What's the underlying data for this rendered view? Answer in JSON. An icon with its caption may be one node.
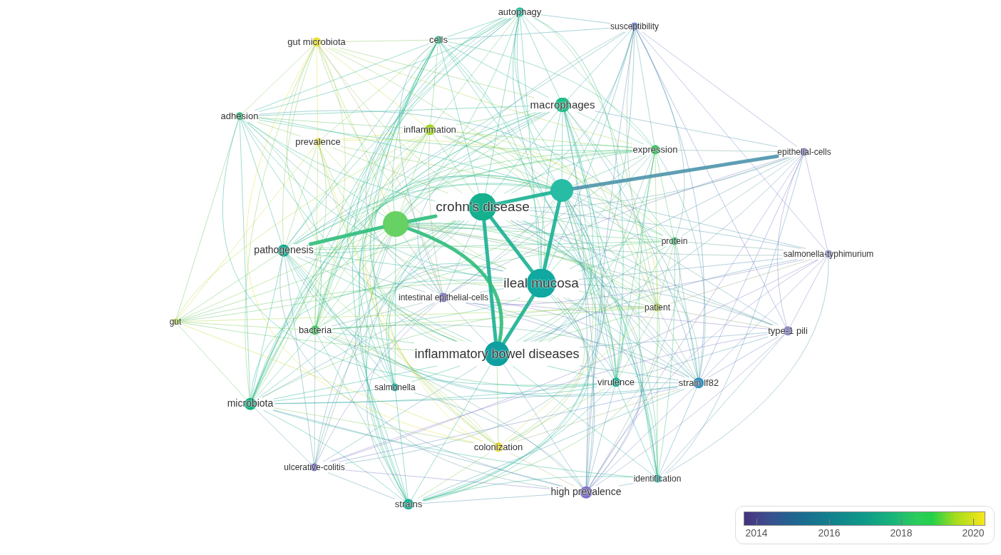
{
  "diagram": {
    "nodes": [
      {
        "text": [
          "autophagy"
        ]
      },
      {
        "text": [
          "susceptibility"
        ]
      },
      {
        "text": [
          "gut microbiota"
        ]
      },
      {
        "text": [
          "cells"
        ]
      },
      {
        "text": [
          "macrophages"
        ]
      },
      {
        "text": [
          "adhesion"
        ]
      },
      {
        "text": [
          "inflammation"
        ]
      },
      {
        "text": [
          "prevalence"
        ]
      },
      {
        "text": [
          "expression"
        ]
      },
      {
        "text": [
          "epithelial-cells"
        ]
      },
      {
        "text": [],
        "shape": "circle"
      },
      {
        "text": [
          "crohn's disease"
        ]
      },
      {
        "text": [],
        "shape": "circle"
      },
      {
        "text": [
          "pathogenesis"
        ]
      },
      {
        "text": [
          "protein"
        ]
      },
      {
        "text": [
          "salmonella-typhimurium"
        ]
      },
      {
        "text": [
          "ileal mucosa"
        ]
      },
      {
        "text": [
          "intestinal epithelial-cells"
        ]
      },
      {
        "text": [
          "patient"
        ]
      },
      {
        "text": [
          "gut"
        ]
      },
      {
        "text": [
          "bacteria"
        ]
      },
      {
        "text": [
          "type-1 pili"
        ]
      },
      {
        "text": [
          "inflammatory bowel diseases"
        ]
      },
      {
        "text": [
          "virulence"
        ]
      },
      {
        "text": [
          "strain lf82"
        ]
      },
      {
        "text": [
          "salmonella"
        ]
      },
      {
        "text": [
          "microbiota"
        ]
      },
      {
        "text": [
          "colonization"
        ]
      },
      {
        "text": [
          "ulcerative-colitis"
        ]
      },
      {
        "text": [
          "identification"
        ]
      },
      {
        "text": [
          "high prevalence"
        ]
      },
      {
        "text": [
          "strains"
        ]
      }
    ],
    "edges": [
      {
        "from": 10,
        "to": 11,
        "arrow": "none",
        "style": "thick"
      },
      {
        "from": 10,
        "to": 12,
        "arrow": "none",
        "color": "#2ebc7a"
      },
      {
        "from": 10,
        "to": 16,
        "arrow": "none",
        "style": "thick"
      },
      {
        "from": 10,
        "to": 22,
        "arrow": "none"
      },
      {
        "from": 11,
        "to": 12,
        "arrow": "none",
        "style": "thick",
        "color": "#2ebc7a"
      },
      {
        "from": 11,
        "to": 16,
        "arrow": "none",
        "style": "thick"
      },
      {
        "from": 11,
        "to": 22,
        "arrow": "none",
        "style": "thick"
      },
      {
        "from": 12,
        "to": 16,
        "arrow": "none",
        "color": "#2ebc7a"
      },
      {
        "from": 12,
        "to": 22,
        "arrow": "none",
        "style": "thick",
        "color": "#2ebc7a"
      },
      {
        "from": 16,
        "to": 22,
        "arrow": "none",
        "style": "thick"
      },
      {
        "from": 0,
        "to": 10,
        "arrow": "none"
      },
      {
        "from": 0,
        "to": 11,
        "arrow": "none"
      },
      {
        "from": 0,
        "to": 12,
        "arrow": "none",
        "color": "#2ebc7a"
      },
      {
        "from": 0,
        "to": 16,
        "arrow": "none"
      },
      {
        "from": 0,
        "to": 22,
        "arrow": "none"
      },
      {
        "from": 1,
        "to": 10,
        "arrow": "none",
        "color": "#3198aa"
      },
      {
        "from": 1,
        "to": 11,
        "arrow": "none",
        "color": "#3198aa"
      },
      {
        "from": 1,
        "to": 12,
        "arrow": "none",
        "color": "#48a492"
      },
      {
        "from": 1,
        "to": 16,
        "arrow": "none",
        "color": "#3198aa"
      },
      {
        "from": 1,
        "to": 22,
        "arrow": "none",
        "color": "#3198aa"
      },
      {
        "from": 2,
        "to": 10,
        "arrow": "none",
        "color": "#80c658"
      },
      {
        "from": 2,
        "to": 11,
        "arrow": "none",
        "color": "#80c658"
      },
      {
        "from": 2,
        "to": 12,
        "arrow": "none",
        "color": "#a6d240"
      },
      {
        "from": 2,
        "to": 16,
        "arrow": "none",
        "color": "#80c658"
      },
      {
        "from": 2,
        "to": 22,
        "arrow": "none",
        "color": "#80c658"
      },
      {
        "from": 3,
        "to": 10,
        "arrow": "none"
      },
      {
        "from": 3,
        "to": 11,
        "arrow": "none"
      },
      {
        "from": 3,
        "to": 12,
        "arrow": "none",
        "color": "#2ebc7a"
      },
      {
        "from": 3,
        "to": 16,
        "arrow": "none"
      },
      {
        "from": 3,
        "to": 22,
        "arrow": "none"
      },
      {
        "from": 4,
        "to": 10,
        "arrow": "none"
      },
      {
        "from": 4,
        "to": 11,
        "arrow": "none"
      },
      {
        "from": 4,
        "to": 12,
        "arrow": "none",
        "color": "#2ebc7a"
      },
      {
        "from": 4,
        "to": 16,
        "arrow": "none"
      },
      {
        "from": 4,
        "to": 22,
        "arrow": "none"
      },
      {
        "from": 5,
        "to": 10,
        "arrow": "none"
      },
      {
        "from": 5,
        "to": 11,
        "arrow": "none"
      },
      {
        "from": 5,
        "to": 12,
        "arrow": "none",
        "color": "#2ebc7a"
      },
      {
        "from": 5,
        "to": 16,
        "arrow": "none"
      },
      {
        "from": 5,
        "to": 22,
        "arrow": "none"
      },
      {
        "from": 6,
        "to": 10,
        "arrow": "none",
        "color": "#60c262"
      },
      {
        "from": 6,
        "to": 11,
        "arrow": "none",
        "color": "#60c262"
      },
      {
        "from": 6,
        "to": 12,
        "arrow": "none",
        "color": "#76ce4a"
      },
      {
        "from": 6,
        "to": 16,
        "arrow": "none",
        "color": "#60c262"
      },
      {
        "from": 6,
        "to": 22,
        "arrow": "none",
        "color": "#60c262"
      },
      {
        "from": 7,
        "to": 10,
        "arrow": "none",
        "color": "#80c658"
      },
      {
        "from": 7,
        "to": 11,
        "arrow": "none",
        "color": "#80c658"
      },
      {
        "from": 7,
        "to": 12,
        "arrow": "none",
        "color": "#a6d240"
      },
      {
        "from": 7,
        "to": 16,
        "arrow": "none",
        "color": "#80c658"
      },
      {
        "from": 7,
        "to": 22,
        "arrow": "none",
        "color": "#80c658"
      },
      {
        "from": 8,
        "to": 10,
        "arrow": "none",
        "color": "#2ebc7a"
      },
      {
        "from": 8,
        "to": 11,
        "arrow": "none",
        "color": "#2ebc7a"
      },
      {
        "from": 8,
        "to": 12,
        "arrow": "none",
        "color": "#45c862"
      },
      {
        "from": 8,
        "to": 16,
        "arrow": "none",
        "color": "#2ebc7a"
      },
      {
        "from": 8,
        "to": 22,
        "arrow": "none",
        "color": "#2ebc7a"
      },
      {
        "from": 9,
        "to": 10,
        "arrow": "none",
        "style": "thick",
        "color": "#4c94ab"
      },
      {
        "from": 9,
        "to": 11,
        "arrow": "none",
        "color": "#4c94ab"
      },
      {
        "from": 9,
        "to": 12,
        "arrow": "none",
        "color": "#62a093"
      },
      {
        "from": 9,
        "to": 16,
        "arrow": "none",
        "color": "#4c94ab"
      },
      {
        "from": 9,
        "to": 22,
        "arrow": "none",
        "color": "#4c94ab"
      },
      {
        "from": 13,
        "to": 10,
        "arrow": "none"
      },
      {
        "from": 13,
        "to": 11,
        "arrow": "none"
      },
      {
        "from": 13,
        "to": 12,
        "arrow": "none",
        "style": "thick",
        "color": "#2ebc7a"
      },
      {
        "from": 13,
        "to": 16,
        "arrow": "none"
      },
      {
        "from": 13,
        "to": 22,
        "arrow": "none"
      },
      {
        "from": 14,
        "to": 10,
        "arrow": "none",
        "color": "#2ebc7a"
      },
      {
        "from": 14,
        "to": 11,
        "arrow": "none",
        "color": "#2ebc7a"
      },
      {
        "from": 14,
        "to": 12,
        "arrow": "none",
        "color": "#45c862"
      },
      {
        "from": 14,
        "to": 16,
        "arrow": "none",
        "color": "#2ebc7a"
      },
      {
        "from": 14,
        "to": 22,
        "arrow": "none",
        "color": "#2ebc7a"
      },
      {
        "from": 15,
        "to": 10,
        "arrow": "none",
        "color": "#4c94ab"
      },
      {
        "from": 15,
        "to": 11,
        "arrow": "none",
        "color": "#4c94ab"
      },
      {
        "from": 15,
        "to": 12,
        "arrow": "none",
        "color": "#62a093"
      },
      {
        "from": 15,
        "to": 16,
        "arrow": "none",
        "color": "#4c94ab"
      },
      {
        "from": 15,
        "to": 22,
        "arrow": "none",
        "color": "#4c94ab"
      },
      {
        "from": 17,
        "to": 10,
        "arrow": "none",
        "color": "#4c94ab"
      },
      {
        "from": 17,
        "to": 11,
        "arrow": "none",
        "color": "#4c94ab"
      },
      {
        "from": 17,
        "to": 12,
        "arrow": "none",
        "color": "#62a093"
      },
      {
        "from": 17,
        "to": 16,
        "arrow": "none",
        "color": "#4c94ab"
      },
      {
        "from": 17,
        "to": 22,
        "arrow": "none",
        "color": "#4c94ab"
      },
      {
        "from": 18,
        "to": 10,
        "arrow": "none",
        "color": "#60c262"
      },
      {
        "from": 18,
        "to": 11,
        "arrow": "none",
        "color": "#60c262"
      },
      {
        "from": 18,
        "to": 12,
        "arrow": "none",
        "color": "#76ce4a"
      },
      {
        "from": 18,
        "to": 16,
        "arrow": "none",
        "color": "#60c262"
      },
      {
        "from": 18,
        "to": 22,
        "arrow": "none",
        "color": "#60c262"
      },
      {
        "from": 19,
        "to": 10,
        "arrow": "none",
        "color": "#60c262"
      },
      {
        "from": 19,
        "to": 11,
        "arrow": "none",
        "color": "#60c262"
      },
      {
        "from": 19,
        "to": 12,
        "arrow": "none",
        "color": "#76ce4a"
      },
      {
        "from": 19,
        "to": 16,
        "arrow": "none",
        "color": "#60c262"
      },
      {
        "from": 19,
        "to": 22,
        "arrow": "none",
        "color": "#60c262"
      },
      {
        "from": 20,
        "to": 10,
        "arrow": "none",
        "color": "#2ebc7a"
      },
      {
        "from": 20,
        "to": 11,
        "arrow": "none",
        "color": "#2ebc7a"
      },
      {
        "from": 20,
        "to": 12,
        "arrow": "none",
        "color": "#45c862"
      },
      {
        "from": 20,
        "to": 16,
        "arrow": "none",
        "color": "#2ebc7a"
      },
      {
        "from": 20,
        "to": 22,
        "arrow": "none",
        "color": "#2ebc7a"
      },
      {
        "from": 21,
        "to": 10,
        "arrow": "none",
        "color": "#4c94ab"
      },
      {
        "from": 21,
        "to": 11,
        "arrow": "none",
        "color": "#4c94ab"
      },
      {
        "from": 21,
        "to": 12,
        "arrow": "none",
        "color": "#62a093"
      },
      {
        "from": 21,
        "to": 16,
        "arrow": "none",
        "color": "#4c94ab"
      },
      {
        "from": 21,
        "to": 22,
        "arrow": "none",
        "color": "#4c94ab"
      },
      {
        "from": 23,
        "to": 10,
        "arrow": "none"
      },
      {
        "from": 23,
        "to": 11,
        "arrow": "none"
      },
      {
        "from": 23,
        "to": 12,
        "arrow": "none",
        "color": "#2ebc7a"
      },
      {
        "from": 23,
        "to": 16,
        "arrow": "none"
      },
      {
        "from": 23,
        "to": 22,
        "arrow": "none"
      },
      {
        "from": 24,
        "to": 10,
        "arrow": "none",
        "color": "#3198aa"
      },
      {
        "from": 24,
        "to": 11,
        "arrow": "none",
        "color": "#3198aa"
      },
      {
        "from": 24,
        "to": 12,
        "arrow": "none",
        "color": "#48a492"
      },
      {
        "from": 24,
        "to": 16,
        "arrow": "none",
        "color": "#3198aa"
      },
      {
        "from": 24,
        "to": 22,
        "arrow": "none",
        "color": "#3198aa"
      },
      {
        "from": 25,
        "to": 10,
        "arrow": "none"
      },
      {
        "from": 25,
        "to": 11,
        "arrow": "none"
      },
      {
        "from": 25,
        "to": 12,
        "arrow": "none",
        "color": "#2ebc7a"
      },
      {
        "from": 25,
        "to": 16,
        "arrow": "none"
      },
      {
        "from": 25,
        "to": 22,
        "arrow": "none"
      },
      {
        "from": 26,
        "to": 10,
        "arrow": "none"
      },
      {
        "from": 26,
        "to": 11,
        "arrow": "none"
      },
      {
        "from": 26,
        "to": 12,
        "arrow": "none",
        "color": "#2ebc7a"
      },
      {
        "from": 26,
        "to": 16,
        "arrow": "none"
      },
      {
        "from": 26,
        "to": 22,
        "arrow": "none"
      },
      {
        "from": 27,
        "to": 10,
        "arrow": "none",
        "color": "#80c658"
      },
      {
        "from": 27,
        "to": 11,
        "arrow": "none",
        "color": "#80c658"
      },
      {
        "from": 27,
        "to": 12,
        "arrow": "none",
        "color": "#a6d240"
      },
      {
        "from": 27,
        "to": 16,
        "arrow": "none",
        "color": "#80c658"
      },
      {
        "from": 27,
        "to": 22,
        "arrow": "none",
        "color": "#80c658"
      },
      {
        "from": 28,
        "to": 10,
        "arrow": "none",
        "color": "#4c94ab"
      },
      {
        "from": 28,
        "to": 11,
        "arrow": "none",
        "color": "#4c94ab"
      },
      {
        "from": 28,
        "to": 12,
        "arrow": "none",
        "color": "#62a093"
      },
      {
        "from": 28,
        "to": 16,
        "arrow": "none",
        "color": "#4c94ab"
      },
      {
        "from": 28,
        "to": 22,
        "arrow": "none",
        "color": "#4c94ab"
      },
      {
        "from": 29,
        "to": 10,
        "arrow": "none"
      },
      {
        "from": 29,
        "to": 11,
        "arrow": "none"
      },
      {
        "from": 29,
        "to": 12,
        "arrow": "none",
        "color": "#2ebc7a"
      },
      {
        "from": 29,
        "to": 16,
        "arrow": "none"
      },
      {
        "from": 29,
        "to": 22,
        "arrow": "none"
      },
      {
        "from": 30,
        "to": 10,
        "arrow": "none",
        "color": "#4c94ab"
      },
      {
        "from": 30,
        "to": 11,
        "arrow": "none",
        "color": "#4c94ab"
      },
      {
        "from": 30,
        "to": 12,
        "arrow": "none",
        "color": "#62a093"
      },
      {
        "from": 30,
        "to": 16,
        "arrow": "none",
        "color": "#4c94ab"
      },
      {
        "from": 30,
        "to": 22,
        "arrow": "none",
        "color": "#4c94ab"
      },
      {
        "from": 31,
        "to": 10,
        "arrow": "none"
      },
      {
        "from": 31,
        "to": 11,
        "arrow": "none"
      },
      {
        "from": 31,
        "to": 12,
        "arrow": "none",
        "color": "#2ebc7a"
      },
      {
        "from": 31,
        "to": 16,
        "arrow": "none"
      },
      {
        "from": 31,
        "to": 22,
        "arrow": "none"
      },
      {
        "from": 0,
        "to": 1,
        "arrow": "none",
        "color": "#3198aa"
      },
      {
        "from": 0,
        "to": 3,
        "arrow": "none"
      },
      {
        "from": 0,
        "to": 4,
        "arrow": "none"
      },
      {
        "from": 0,
        "to": 5,
        "arrow": "none"
      },
      {
        "from": 0,
        "to": 6,
        "arrow": "none",
        "color": "#60c262"
      },
      {
        "from": 0,
        "to": 8,
        "arrow": "none",
        "color": "#2ebc7a"
      },
      {
        "from": 0,
        "to": 13,
        "arrow": "none"
      },
      {
        "from": 0,
        "to": 14,
        "arrow": "none",
        "color": "#2ebc7a"
      },
      {
        "from": 0,
        "to": 17,
        "arrow": "none",
        "color": "#4c94ab"
      },
      {
        "from": 0,
        "to": 18,
        "arrow": "none",
        "color": "#60c262"
      },
      {
        "from": 0,
        "to": 20,
        "arrow": "none",
        "color": "#2ebc7a"
      },
      {
        "from": 0,
        "to": 23,
        "arrow": "none"
      },
      {
        "from": 0,
        "to": 24,
        "arrow": "none",
        "color": "#3198aa"
      },
      {
        "from": 0,
        "to": 26,
        "arrow": "none"
      },
      {
        "from": 0,
        "to": 31,
        "arrow": "none"
      },
      {
        "from": 1,
        "to": 3,
        "arrow": "none",
        "color": "#3198aa"
      },
      {
        "from": 1,
        "to": 4,
        "arrow": "none",
        "color": "#3198aa"
      },
      {
        "from": 1,
        "to": 8,
        "arrow": "none",
        "color": "#48a492"
      },
      {
        "from": 1,
        "to": 9,
        "arrow": "none",
        "color": "#647cc3"
      },
      {
        "from": 1,
        "to": 13,
        "arrow": "none",
        "color": "#3198aa"
      },
      {
        "from": 1,
        "to": 14,
        "arrow": "none",
        "color": "#48a492"
      },
      {
        "from": 1,
        "to": 15,
        "arrow": "none",
        "color": "#647cc3"
      },
      {
        "from": 1,
        "to": 18,
        "arrow": "none",
        "color": "#79aa7a"
      },
      {
        "from": 1,
        "to": 21,
        "arrow": "none",
        "color": "#647cc3"
      },
      {
        "from": 1,
        "to": 24,
        "arrow": "none",
        "color": "#4a80c2"
      },
      {
        "from": 1,
        "to": 30,
        "arrow": "none",
        "color": "#647cc3"
      },
      {
        "from": 2,
        "to": 3,
        "arrow": "none",
        "color": "#80c658"
      },
      {
        "from": 2,
        "to": 4,
        "arrow": "none",
        "color": "#80c658"
      },
      {
        "from": 2,
        "to": 5,
        "arrow": "none",
        "color": "#80c658"
      },
      {
        "from": 2,
        "to": 6,
        "arrow": "none",
        "color": "#c8d828"
      },
      {
        "from": 2,
        "to": 7,
        "arrow": "none",
        "color": "#e8dc1e"
      },
      {
        "from": 2,
        "to": 8,
        "arrow": "none",
        "color": "#a6d240"
      },
      {
        "from": 2,
        "to": 13,
        "arrow": "none",
        "color": "#80c658"
      },
      {
        "from": 2,
        "to": 17,
        "arrow": "none",
        "color": "#b4aa71"
      },
      {
        "from": 2,
        "to": 20,
        "arrow": "none",
        "color": "#a6d240"
      },
      {
        "from": 2,
        "to": 26,
        "arrow": "none",
        "color": "#80c658"
      },
      {
        "from": 2,
        "to": 27,
        "arrow": "none",
        "color": "#e8dc1e"
      },
      {
        "from": 3,
        "to": 4,
        "arrow": "none"
      },
      {
        "from": 3,
        "to": 5,
        "arrow": "none"
      },
      {
        "from": 3,
        "to": 6,
        "arrow": "none",
        "color": "#60c262"
      },
      {
        "from": 3,
        "to": 7,
        "arrow": "none",
        "color": "#80c658"
      },
      {
        "from": 3,
        "to": 8,
        "arrow": "none",
        "color": "#2ebc7a"
      },
      {
        "from": 3,
        "to": 13,
        "arrow": "none"
      },
      {
        "from": 3,
        "to": 17,
        "arrow": "none",
        "color": "#4c94ab"
      },
      {
        "from": 3,
        "to": 20,
        "arrow": "none",
        "color": "#2ebc7a"
      },
      {
        "from": 3,
        "to": 23,
        "arrow": "none"
      },
      {
        "from": 3,
        "to": 25,
        "arrow": "none"
      },
      {
        "from": 3,
        "to": 26,
        "arrow": "none"
      },
      {
        "from": 3,
        "to": 31,
        "arrow": "none"
      },
      {
        "from": 4,
        "to": 5,
        "arrow": "none"
      },
      {
        "from": 4,
        "to": 6,
        "arrow": "none",
        "color": "#60c262"
      },
      {
        "from": 4,
        "to": 8,
        "arrow": "none",
        "color": "#2ebc7a"
      },
      {
        "from": 4,
        "to": 9,
        "arrow": "none",
        "color": "#4c94ab"
      },
      {
        "from": 4,
        "to": 13,
        "arrow": "none"
      },
      {
        "from": 4,
        "to": 14,
        "arrow": "none",
        "color": "#2ebc7a"
      },
      {
        "from": 4,
        "to": 17,
        "arrow": "none",
        "color": "#4c94ab"
      },
      {
        "from": 4,
        "to": 18,
        "arrow": "none",
        "color": "#60c262"
      },
      {
        "from": 4,
        "to": 20,
        "arrow": "none",
        "color": "#2ebc7a"
      },
      {
        "from": 4,
        "to": 23,
        "arrow": "none"
      },
      {
        "from": 4,
        "to": 24,
        "arrow": "none",
        "color": "#3198aa"
      },
      {
        "from": 4,
        "to": 25,
        "arrow": "none"
      },
      {
        "from": 4,
        "to": 26,
        "arrow": "none"
      },
      {
        "from": 4,
        "to": 29,
        "arrow": "none"
      },
      {
        "from": 4,
        "to": 30,
        "arrow": "none",
        "color": "#4c94ab"
      },
      {
        "from": 4,
        "to": 31,
        "arrow": "none"
      },
      {
        "from": 5,
        "to": 6,
        "arrow": "none",
        "color": "#60c262"
      },
      {
        "from": 5,
        "to": 7,
        "arrow": "none",
        "color": "#80c658"
      },
      {
        "from": 5,
        "to": 8,
        "arrow": "none",
        "color": "#2ebc7a"
      },
      {
        "from": 5,
        "to": 13,
        "arrow": "none"
      },
      {
        "from": 5,
        "to": 17,
        "arrow": "none",
        "color": "#4c94ab"
      },
      {
        "from": 5,
        "to": 19,
        "arrow": "none",
        "color": "#60c262"
      },
      {
        "from": 5,
        "to": 20,
        "arrow": "none",
        "color": "#2ebc7a"
      },
      {
        "from": 5,
        "to": 23,
        "arrow": "none"
      },
      {
        "from": 5,
        "to": 24,
        "arrow": "none",
        "color": "#3198aa"
      },
      {
        "from": 5,
        "to": 26,
        "arrow": "none"
      },
      {
        "from": 6,
        "to": 7,
        "arrow": "none",
        "color": "#c8d828"
      },
      {
        "from": 6,
        "to": 8,
        "arrow": "none",
        "color": "#76ce4a"
      },
      {
        "from": 6,
        "to": 13,
        "arrow": "none",
        "color": "#60c262"
      },
      {
        "from": 6,
        "to": 14,
        "arrow": "none",
        "color": "#76ce4a"
      },
      {
        "from": 6,
        "to": 17,
        "arrow": "none",
        "color": "#94a67b"
      },
      {
        "from": 6,
        "to": 18,
        "arrow": "none",
        "color": "#a8d432"
      },
      {
        "from": 6,
        "to": 19,
        "arrow": "none",
        "color": "#a8d432"
      },
      {
        "from": 6,
        "to": 20,
        "arrow": "none",
        "color": "#76ce4a"
      },
      {
        "from": 6,
        "to": 23,
        "arrow": "none",
        "color": "#60c262"
      },
      {
        "from": 6,
        "to": 26,
        "arrow": "none",
        "color": "#60c262"
      },
      {
        "from": 6,
        "to": 27,
        "arrow": "none",
        "color": "#c8d828"
      },
      {
        "from": 7,
        "to": 13,
        "arrow": "none",
        "color": "#80c658"
      },
      {
        "from": 7,
        "to": 18,
        "arrow": "none",
        "color": "#c8d828"
      },
      {
        "from": 7,
        "to": 19,
        "arrow": "none",
        "color": "#c8d828"
      },
      {
        "from": 7,
        "to": 20,
        "arrow": "none",
        "color": "#a6d240"
      },
      {
        "from": 7,
        "to": 26,
        "arrow": "none",
        "color": "#80c658"
      },
      {
        "from": 7,
        "to": 27,
        "arrow": "none",
        "color": "#e8dc1e"
      },
      {
        "from": 8,
        "to": 9,
        "arrow": "none",
        "color": "#62a093"
      },
      {
        "from": 8,
        "to": 13,
        "arrow": "none",
        "color": "#2ebc7a"
      },
      {
        "from": 8,
        "to": 14,
        "arrow": "none",
        "color": "#45c862"
      },
      {
        "from": 8,
        "to": 17,
        "arrow": "none",
        "color": "#62a093"
      },
      {
        "from": 8,
        "to": 18,
        "arrow": "none",
        "color": "#76ce4a"
      },
      {
        "from": 8,
        "to": 20,
        "arrow": "none",
        "color": "#45c862"
      },
      {
        "from": 8,
        "to": 23,
        "arrow": "none",
        "color": "#2ebc7a"
      },
      {
        "from": 8,
        "to": 24,
        "arrow": "none",
        "color": "#48a492"
      },
      {
        "from": 8,
        "to": 26,
        "arrow": "none",
        "color": "#2ebc7a"
      },
      {
        "from": 8,
        "to": 29,
        "arrow": "none",
        "color": "#2ebc7a"
      },
      {
        "from": 8,
        "to": 30,
        "arrow": "none",
        "color": "#62a093"
      },
      {
        "from": 9,
        "to": 14,
        "arrow": "none",
        "color": "#62a093"
      },
      {
        "from": 9,
        "to": 15,
        "arrow": "none",
        "color": "#7f78c4"
      },
      {
        "from": 9,
        "to": 17,
        "arrow": "none",
        "color": "#7f78c4"
      },
      {
        "from": 9,
        "to": 21,
        "arrow": "none",
        "color": "#7f78c4"
      },
      {
        "from": 9,
        "to": 24,
        "arrow": "none",
        "color": "#647cc3"
      },
      {
        "from": 9,
        "to": 29,
        "arrow": "none",
        "color": "#4c94ab"
      },
      {
        "from": 9,
        "to": 30,
        "arrow": "none",
        "color": "#7f78c4"
      },
      {
        "from": 13,
        "to": 14,
        "arrow": "none",
        "color": "#2ebc7a"
      },
      {
        "from": 13,
        "to": 17,
        "arrow": "none",
        "color": "#4c94ab"
      },
      {
        "from": 13,
        "to": 18,
        "arrow": "none",
        "color": "#60c262"
      },
      {
        "from": 13,
        "to": 19,
        "arrow": "none",
        "color": "#60c262"
      },
      {
        "from": 13,
        "to": 20,
        "arrow": "none",
        "color": "#2ebc7a"
      },
      {
        "from": 13,
        "to": 23,
        "arrow": "none"
      },
      {
        "from": 13,
        "to": 24,
        "arrow": "none",
        "color": "#3198aa"
      },
      {
        "from": 13,
        "to": 25,
        "arrow": "none"
      },
      {
        "from": 13,
        "to": 26,
        "arrow": "none"
      },
      {
        "from": 13,
        "to": 27,
        "arrow": "none",
        "color": "#80c658"
      },
      {
        "from": 13,
        "to": 28,
        "arrow": "none",
        "color": "#4c94ab"
      },
      {
        "from": 13,
        "to": 30,
        "arrow": "none",
        "color": "#4c94ab"
      },
      {
        "from": 13,
        "to": 31,
        "arrow": "none"
      },
      {
        "from": 14,
        "to": 15,
        "arrow": "none",
        "color": "#62a093"
      },
      {
        "from": 14,
        "to": 18,
        "arrow": "none",
        "color": "#76ce4a"
      },
      {
        "from": 14,
        "to": 20,
        "arrow": "none",
        "color": "#45c862"
      },
      {
        "from": 14,
        "to": 23,
        "arrow": "none",
        "color": "#2ebc7a"
      },
      {
        "from": 14,
        "to": 24,
        "arrow": "none",
        "color": "#48a492"
      },
      {
        "from": 14,
        "to": 29,
        "arrow": "none",
        "color": "#2ebc7a"
      },
      {
        "from": 14,
        "to": 30,
        "arrow": "none",
        "color": "#62a093"
      },
      {
        "from": 15,
        "to": 17,
        "arrow": "none",
        "color": "#7f78c4"
      },
      {
        "from": 15,
        "to": 18,
        "arrow": "none",
        "color": "#94a67b"
      },
      {
        "from": 15,
        "to": 21,
        "arrow": "none",
        "color": "#7f78c4"
      },
      {
        "from": 15,
        "to": 24,
        "arrow": "none",
        "color": "#647cc3"
      },
      {
        "from": 15,
        "to": 28,
        "arrow": "none",
        "color": "#7f78c4"
      },
      {
        "from": 15,
        "to": 29,
        "arrow": "none",
        "color": "#4c94ab"
      },
      {
        "from": 15,
        "to": 30,
        "arrow": "none",
        "color": "#7f78c4"
      },
      {
        "from": 17,
        "to": 18,
        "arrow": "none",
        "color": "#94a67b"
      },
      {
        "from": 17,
        "to": 20,
        "arrow": "none",
        "color": "#62a093"
      },
      {
        "from": 17,
        "to": 21,
        "arrow": "none",
        "color": "#7f78c4"
      },
      {
        "from": 17,
        "to": 23,
        "arrow": "none",
        "color": "#4c94ab"
      },
      {
        "from": 17,
        "to": 24,
        "arrow": "none",
        "color": "#647cc3"
      },
      {
        "from": 17,
        "to": 26,
        "arrow": "none",
        "color": "#4c94ab"
      },
      {
        "from": 17,
        "to": 28,
        "arrow": "none",
        "color": "#7f78c4"
      },
      {
        "from": 17,
        "to": 30,
        "arrow": "none",
        "color": "#7f78c4"
      },
      {
        "from": 17,
        "to": 31,
        "arrow": "none",
        "color": "#4c94ab"
      },
      {
        "from": 18,
        "to": 19,
        "arrow": "none",
        "color": "#a8d432"
      },
      {
        "from": 18,
        "to": 20,
        "arrow": "none",
        "color": "#76ce4a"
      },
      {
        "from": 18,
        "to": 21,
        "arrow": "none",
        "color": "#94a67b"
      },
      {
        "from": 18,
        "to": 23,
        "arrow": "none",
        "color": "#60c262"
      },
      {
        "from": 18,
        "to": 24,
        "arrow": "none",
        "color": "#79aa7a"
      },
      {
        "from": 18,
        "to": 26,
        "arrow": "none",
        "color": "#60c262"
      },
      {
        "from": 18,
        "to": 27,
        "arrow": "none",
        "color": "#c8d828"
      },
      {
        "from": 18,
        "to": 29,
        "arrow": "none",
        "color": "#60c262"
      },
      {
        "from": 18,
        "to": 31,
        "arrow": "none",
        "color": "#60c262"
      },
      {
        "from": 19,
        "to": 20,
        "arrow": "none",
        "color": "#76ce4a"
      },
      {
        "from": 19,
        "to": 26,
        "arrow": "none",
        "color": "#60c262"
      },
      {
        "from": 19,
        "to": 27,
        "arrow": "none",
        "color": "#c8d828"
      },
      {
        "from": 20,
        "to": 23,
        "arrow": "none",
        "color": "#2ebc7a"
      },
      {
        "from": 20,
        "to": 24,
        "arrow": "none",
        "color": "#48a492"
      },
      {
        "from": 20,
        "to": 25,
        "arrow": "none",
        "color": "#2ebc7a"
      },
      {
        "from": 20,
        "to": 26,
        "arrow": "none",
        "color": "#2ebc7a"
      },
      {
        "from": 20,
        "to": 27,
        "arrow": "none",
        "color": "#a6d240"
      },
      {
        "from": 20,
        "to": 28,
        "arrow": "none",
        "color": "#62a093"
      },
      {
        "from": 20,
        "to": 30,
        "arrow": "none",
        "color": "#62a093"
      },
      {
        "from": 20,
        "to": 31,
        "arrow": "none",
        "color": "#2ebc7a"
      },
      {
        "from": 21,
        "to": 23,
        "arrow": "none",
        "color": "#4c94ab"
      },
      {
        "from": 21,
        "to": 24,
        "arrow": "none",
        "color": "#647cc3"
      },
      {
        "from": 21,
        "to": 28,
        "arrow": "none",
        "color": "#7f78c4"
      },
      {
        "from": 21,
        "to": 29,
        "arrow": "none",
        "color": "#4c94ab"
      },
      {
        "from": 21,
        "to": 30,
        "arrow": "none",
        "color": "#7f78c4"
      },
      {
        "from": 23,
        "to": 24,
        "arrow": "none",
        "color": "#3198aa"
      },
      {
        "from": 23,
        "to": 26,
        "arrow": "none"
      },
      {
        "from": 23,
        "to": 27,
        "arrow": "none",
        "color": "#80c658"
      },
      {
        "from": 23,
        "to": 29,
        "arrow": "none"
      },
      {
        "from": 23,
        "to": 30,
        "arrow": "none",
        "color": "#4c94ab"
      },
      {
        "from": 23,
        "to": 31,
        "arrow": "none"
      },
      {
        "from": 24,
        "to": 26,
        "arrow": "none",
        "color": "#3198aa"
      },
      {
        "from": 24,
        "to": 27,
        "arrow": "none",
        "color": "#99ae70"
      },
      {
        "from": 24,
        "to": 28,
        "arrow": "none",
        "color": "#647cc3"
      },
      {
        "from": 24,
        "to": 29,
        "arrow": "none",
        "color": "#3198aa"
      },
      {
        "from": 24,
        "to": 30,
        "arrow": "none",
        "color": "#647cc3"
      },
      {
        "from": 24,
        "to": 31,
        "arrow": "none",
        "color": "#3198aa"
      },
      {
        "from": 25,
        "to": 26,
        "arrow": "none"
      },
      {
        "from": 25,
        "to": 30,
        "arrow": "none",
        "color": "#4c94ab"
      },
      {
        "from": 25,
        "to": 31,
        "arrow": "none"
      },
      {
        "from": 26,
        "to": 27,
        "arrow": "none",
        "color": "#80c658"
      },
      {
        "from": 26,
        "to": 28,
        "arrow": "none",
        "color": "#4c94ab"
      },
      {
        "from": 26,
        "to": 29,
        "arrow": "none"
      },
      {
        "from": 26,
        "to": 30,
        "arrow": "none",
        "color": "#4c94ab"
      },
      {
        "from": 26,
        "to": 31,
        "arrow": "none"
      },
      {
        "from": 27,
        "to": 30,
        "arrow": "none",
        "color": "#b4aa71"
      },
      {
        "from": 27,
        "to": 31,
        "arrow": "none",
        "color": "#80c658"
      },
      {
        "from": 28,
        "to": 30,
        "arrow": "none",
        "color": "#7f78c4"
      },
      {
        "from": 28,
        "to": 31,
        "arrow": "none",
        "color": "#4c94ab"
      },
      {
        "from": 29,
        "to": 30,
        "arrow": "none",
        "color": "#4c94ab"
      },
      {
        "from": 29,
        "to": 31,
        "arrow": "none"
      },
      {
        "from": 30,
        "to": 31,
        "arrow": "none",
        "color": "#4c94ab"
      }
    ],
    "labels": [
      "2014",
      "2016",
      "2018",
      "2020"
    ]
  }
}
